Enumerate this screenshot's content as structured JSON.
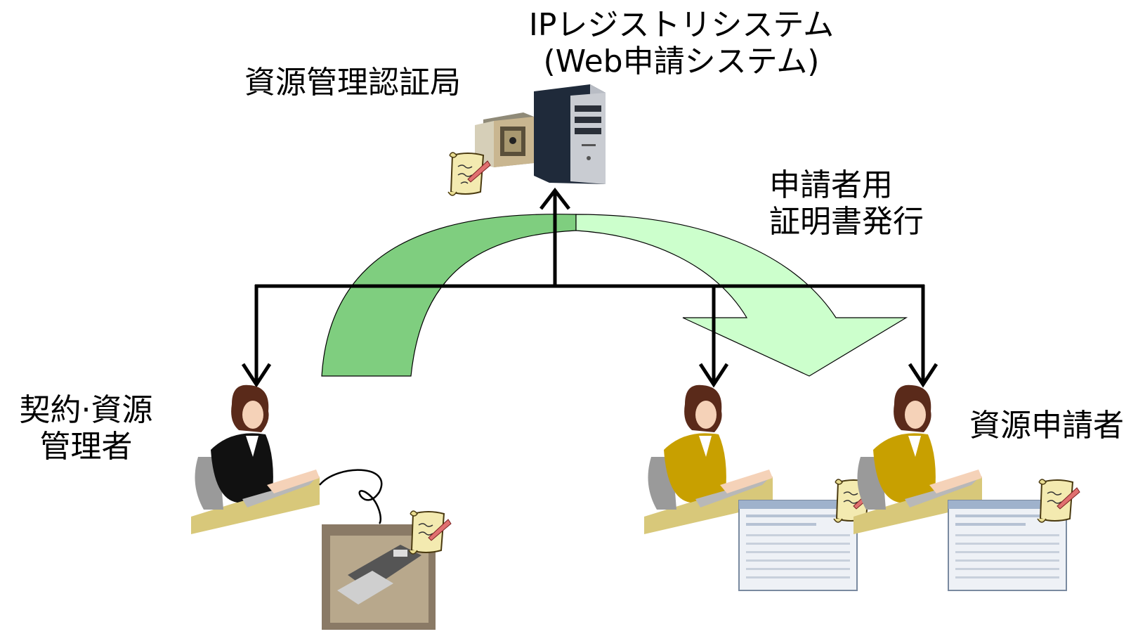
{
  "labels": {
    "system_title_line1": "IPレジストリシステム",
    "system_title_line2": "(Web申請システム)",
    "ca_label": "資源管理認証局",
    "cert_issue_line1": "申請者用",
    "cert_issue_line2": "証明書発行",
    "admin_line1": "契約·資源",
    "admin_line2": "管理者",
    "applicant_label": "資源申請者"
  },
  "colors": {
    "arc_left": "#7fce7f",
    "arc_right": "#ccffcc",
    "arrows": "#000000",
    "admin_suit": "#111111",
    "applicant_suit": "#c8a000",
    "desk": "#d8c87a",
    "server_body": "#1f2a3a",
    "safe": "#c9b690",
    "scroll": "#f3eab0",
    "smartcard_reader": "#8a7a66"
  },
  "icons": {
    "server": "server-tower-icon",
    "safe": "safe-icon",
    "certificate": "certificate-scroll-icon",
    "person_admin": "person-at-desk-icon",
    "person_applicant": "person-at-desk-icon",
    "smartcard": "smartcard-reader-icon",
    "web_form": "web-form-screenshot-icon"
  }
}
